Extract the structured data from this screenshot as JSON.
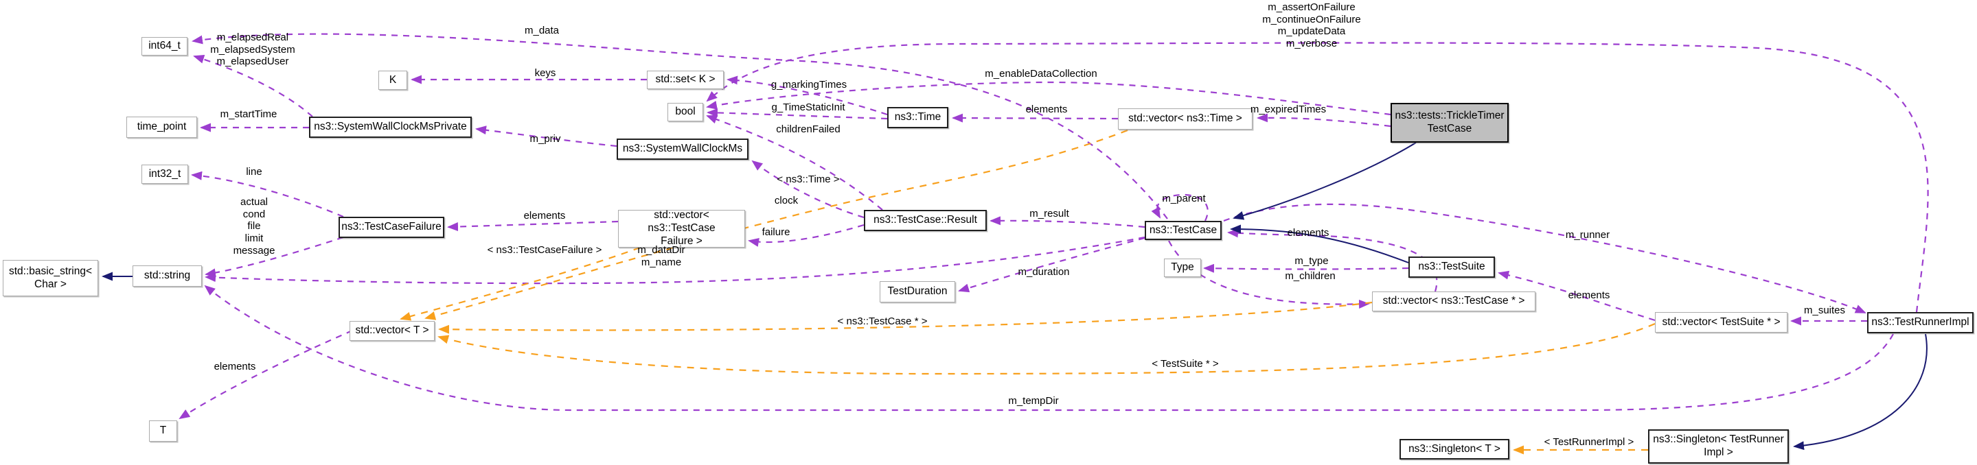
{
  "diagram": {
    "kind": "doxygen-collaboration-diagram",
    "selected_node": "ns3::tests::TrickleTimerTestCase"
  },
  "colors": {
    "usage_edge": "#9C3ECF",
    "template_edge": "#F8A01D",
    "inheritance_edge": "#1A1A70",
    "selected_fill": "#BFBFBF",
    "plain_border": "#ABABAB",
    "bold_border": "#202020",
    "background": "#FFFFFF"
  },
  "nodes": {
    "int64": {
      "label": "int64_t"
    },
    "k": {
      "label": "K"
    },
    "timepoint": {
      "label": "time_point"
    },
    "swcmp": {
      "label": "ns3::SystemWallClockMsPrivate"
    },
    "set_k": {
      "label": "std::set< K >"
    },
    "bool": {
      "label": "bool"
    },
    "swcm": {
      "label": "ns3::SystemWallClockMs"
    },
    "time": {
      "label": "ns3::Time"
    },
    "vec_time": {
      "label": "std::vector< ns3::Time >"
    },
    "trickle": {
      "label": "ns3::tests::TrickleTimer\nTestCase"
    },
    "int32": {
      "label": "int32_t"
    },
    "tcf": {
      "label": "ns3::TestCaseFailure"
    },
    "basic_string": {
      "label": "std::basic_string<\nChar >"
    },
    "string": {
      "label": "std::string"
    },
    "vec_tcf": {
      "label": "std::vector< ns3::TestCase\nFailure >"
    },
    "result": {
      "label": "ns3::TestCase::Result"
    },
    "duration": {
      "label": "TestDuration"
    },
    "testcase": {
      "label": "ns3::TestCase"
    },
    "type": {
      "label": "Type"
    },
    "testsuite": {
      "label": "ns3::TestSuite"
    },
    "vec_testcase_ptr": {
      "label": "std::vector< ns3::TestCase * >"
    },
    "vec_testsuite_ptr": {
      "label": "std::vector< TestSuite * >"
    },
    "runner": {
      "label": "ns3::TestRunnerImpl"
    },
    "vec_t": {
      "label": "std::vector< T >"
    },
    "t": {
      "label": "T"
    },
    "singleton_t": {
      "label": "ns3::Singleton< T >"
    },
    "singleton_runner": {
      "label": "ns3::Singleton< TestRunner\nImpl >"
    }
  },
  "edge_labels": {
    "m_data": "m_data",
    "elapsed_members": "m_elapsedReal\nm_elapsedSystem\nm_elapsedUser",
    "assert_members": "m_assertOnFailure\nm_continueOnFailure\nm_updateData\nm_verbose",
    "keys": "keys",
    "m_startTime": "m_startTime",
    "m_priv": "m_priv",
    "g_markingTimes": "g_markingTimes",
    "m_enableDataCollection": "m_enableDataCollection",
    "g_TimeStaticInit": "g_TimeStaticInit",
    "childrenFailed": "childrenFailed",
    "elements_time": "elements",
    "m_expiredTimes": "m_expiredTimes",
    "tmpl_time": "< ns3::Time >",
    "line": "line",
    "failure_members": "actual\ncond\nfile\nlimit\nmessage",
    "elements_tcf": "elements",
    "tmpl_tcf": "< ns3::TestCaseFailure >",
    "datadir_members": "m_dataDir\nm_name",
    "clock": "clock",
    "failure": "failure",
    "m_result": "m_result",
    "m_parent": "m_parent",
    "elements_children": "elements",
    "m_duration": "m_duration",
    "m_type": "m_type",
    "m_children": "m_children",
    "m_runner": "m_runner",
    "elements_suites": "elements",
    "m_suites": "m_suites",
    "tmpl_testcase_ptr": "< ns3::TestCase * >",
    "tmpl_testsuite_ptr": "< TestSuite * >",
    "m_tempDir": "m_tempDir",
    "elements_t": "elements",
    "tmpl_runner": "< TestRunnerImpl >"
  }
}
